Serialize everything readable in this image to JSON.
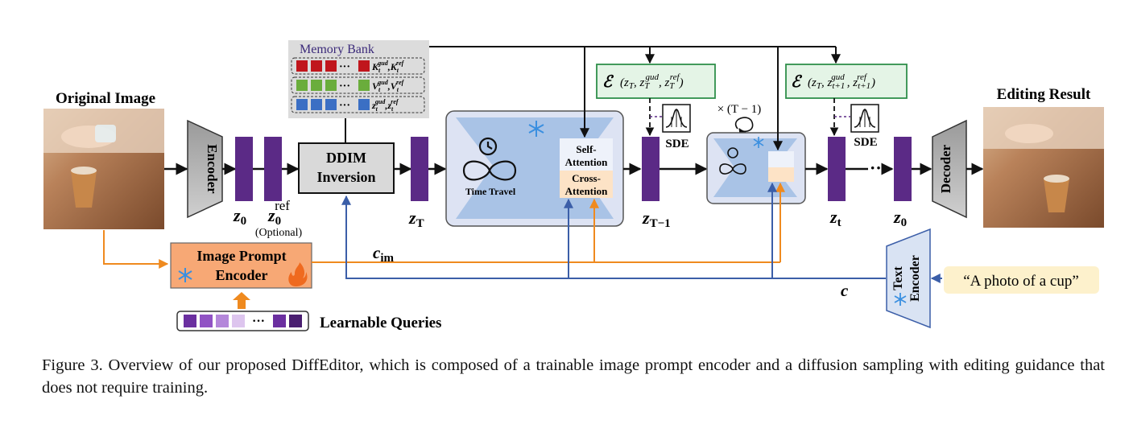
{
  "labels": {
    "original_image": "Original Image",
    "editing_result": "Editing Result",
    "encoder": "Encoder",
    "decoder": "Decoder",
    "ddim_line1": "DDIM",
    "ddim_line2": "Inversion",
    "memory_bank": "Memory Bank",
    "time_travel": "Time Travel",
    "self_attention_1": "Self-",
    "self_attention_2": "Attention",
    "cross_attention_1": "Cross-",
    "cross_attention_2": "Attention",
    "sde_1": "SDE",
    "sde_2": "SDE",
    "repeat": "× (T − 1)",
    "image_prompt_1": "Image Prompt",
    "image_prompt_2": "Encoder",
    "learnable_queries": "Learnable Queries",
    "text_encoder_1": "Text",
    "text_encoder_2": "Encoder",
    "prompt_text": "“A photo of a cup”",
    "optional": "(Optional)",
    "c_im": "im",
    "c": "c"
  },
  "latents": {
    "z0": "0",
    "z0ref_sub": "0",
    "z0ref_sup": "ref",
    "zT": "T",
    "zT1": "T−1",
    "zt": "t",
    "z0_out": "0"
  },
  "memory_rows": [
    {
      "k": "K",
      "sup1": "gud",
      "sup2": "ref",
      "sub": "t",
      "color": "#c0161c"
    },
    {
      "k": "V",
      "sup1": "gud",
      "sup2": "ref",
      "sub": "t",
      "color": "#6aad3c"
    },
    {
      "k": "z",
      "sup1": "gud",
      "sup2": "ref",
      "sub": "t",
      "color": "#3b6fc4"
    }
  ],
  "energy": [
    {
      "args": "(z_T, z_T^gud, z_T^ref)"
    },
    {
      "args": "(z_T, z_t+1^gud, z_t+1^ref)"
    }
  ],
  "colors": {
    "latent": "#5b2a86",
    "orange": "#ef8a1f",
    "blue": "#3b5ea8",
    "unet_bg": "#dde3f3",
    "unet_fill": "#a9c3e6",
    "energy_bg": "#e4f4e6",
    "energy_border": "#2f8f4b",
    "prompt_bg": "#fdf1cc",
    "image_prompt_bg": "#f7a875",
    "cross_attn": "#fde3c6"
  },
  "caption": "Figure 3. Overview of our proposed DiffEditor, which is composed of a trainable image prompt encoder and a diffusion sampling with editing guidance that does not require training."
}
